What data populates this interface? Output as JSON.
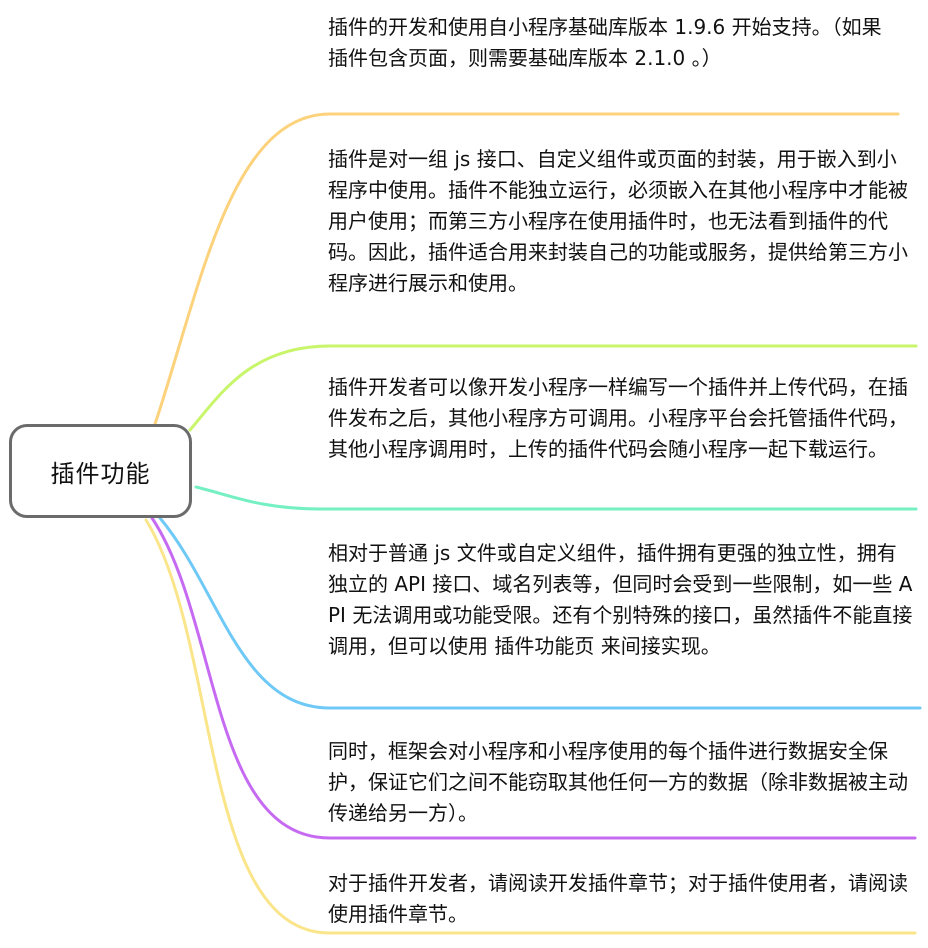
{
  "root": {
    "label": "插件功能"
  },
  "branches": [
    {
      "text": "插件的开发和使用自小程序基础库版本 1.9.6 开始支持。（如果插件包含页面，则需要基础库版本 2.1.0 。）",
      "color": "#fdd27c"
    },
    {
      "text": "插件是对一组 js 接口、自定义组件或页面的封装，用于嵌入到小程序中使用。插件不能独立运行，必须嵌入在其他小程序中才能被用户使用；而第三方小程序在使用插件时，也无法看到插件的代码。因此，插件适合用来封装自己的功能或服务，提供给第三方小程序进行展示和使用。",
      "color": "#c8f56a"
    },
    {
      "text": "插件开发者可以像开发小程序一样编写一个插件并上传代码，在插件发布之后，其他小程序方可调用。小程序平台会托管插件代码，其他小程序调用时，上传的插件代码会随小程序一起下载运行。",
      "color": "#74f0c2"
    },
    {
      "text": "相对于普通 js 文件或自定义组件，插件拥有更强的独立性，拥有独立的 API 接口、域名列表等，但同时会受到一些限制，如一些 API 无法调用或功能受限。还有个别特殊的接口，虽然插件不能直接调用，但可以使用 插件功能页 来间接实现。",
      "color": "#6fc9f7"
    },
    {
      "text": "同时，框架会对小程序和小程序使用的每个插件进行数据安全保护，保证它们之间不能窃取其他任何一方的数据（除非数据被主动传递给另一方）。",
      "color": "#c66af2"
    },
    {
      "text": "对于插件开发者，请阅读开发插件章节；对于插件使用者，请阅读使用插件章节。",
      "color": "#fae58a"
    }
  ]
}
